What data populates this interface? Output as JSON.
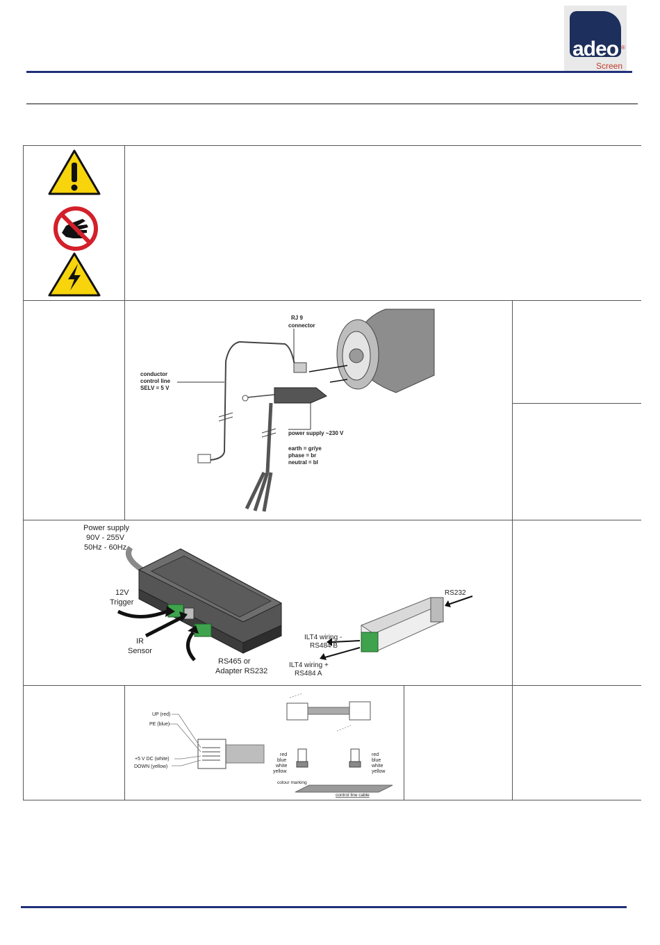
{
  "logo": {
    "brand": "adeo",
    "sub": "Screen",
    "reg": "®"
  },
  "figure1": {
    "rj9": "RJ 9",
    "connector": "connector",
    "conductor1": "conductor",
    "conductor2": "control line",
    "conductor3": "SELV = 5 V",
    "power": "power supply ~230 V",
    "earth": "earth = gr/ye",
    "phase": "phase = br",
    "neutral": "neutral = bl"
  },
  "figure2": {
    "ps1": "Power supply",
    "ps2": "90V - 255V",
    "ps3": "50Hz - 60Hz",
    "trigger1": "12V",
    "trigger2": "Trigger",
    "ir1": "IR",
    "ir2": "Sensor",
    "rs1": "RS465 or",
    "rs2": "Adapter RS232",
    "rs232": "RS232",
    "ilt_b1": "ILT4 wiring -",
    "ilt_b2": "RS484 B",
    "ilt_a1": "ILT4 wiring +",
    "ilt_a2": "RS484 A"
  },
  "figure3": {
    "up": "UP (red)",
    "pe": "PE (blue)",
    "v5": "+5 V DC (white)",
    "down": "DOWN (yellow)",
    "colors": [
      "red",
      "blue",
      "white",
      "yellow"
    ],
    "marking": "colour marking",
    "cable": "control line cable"
  }
}
